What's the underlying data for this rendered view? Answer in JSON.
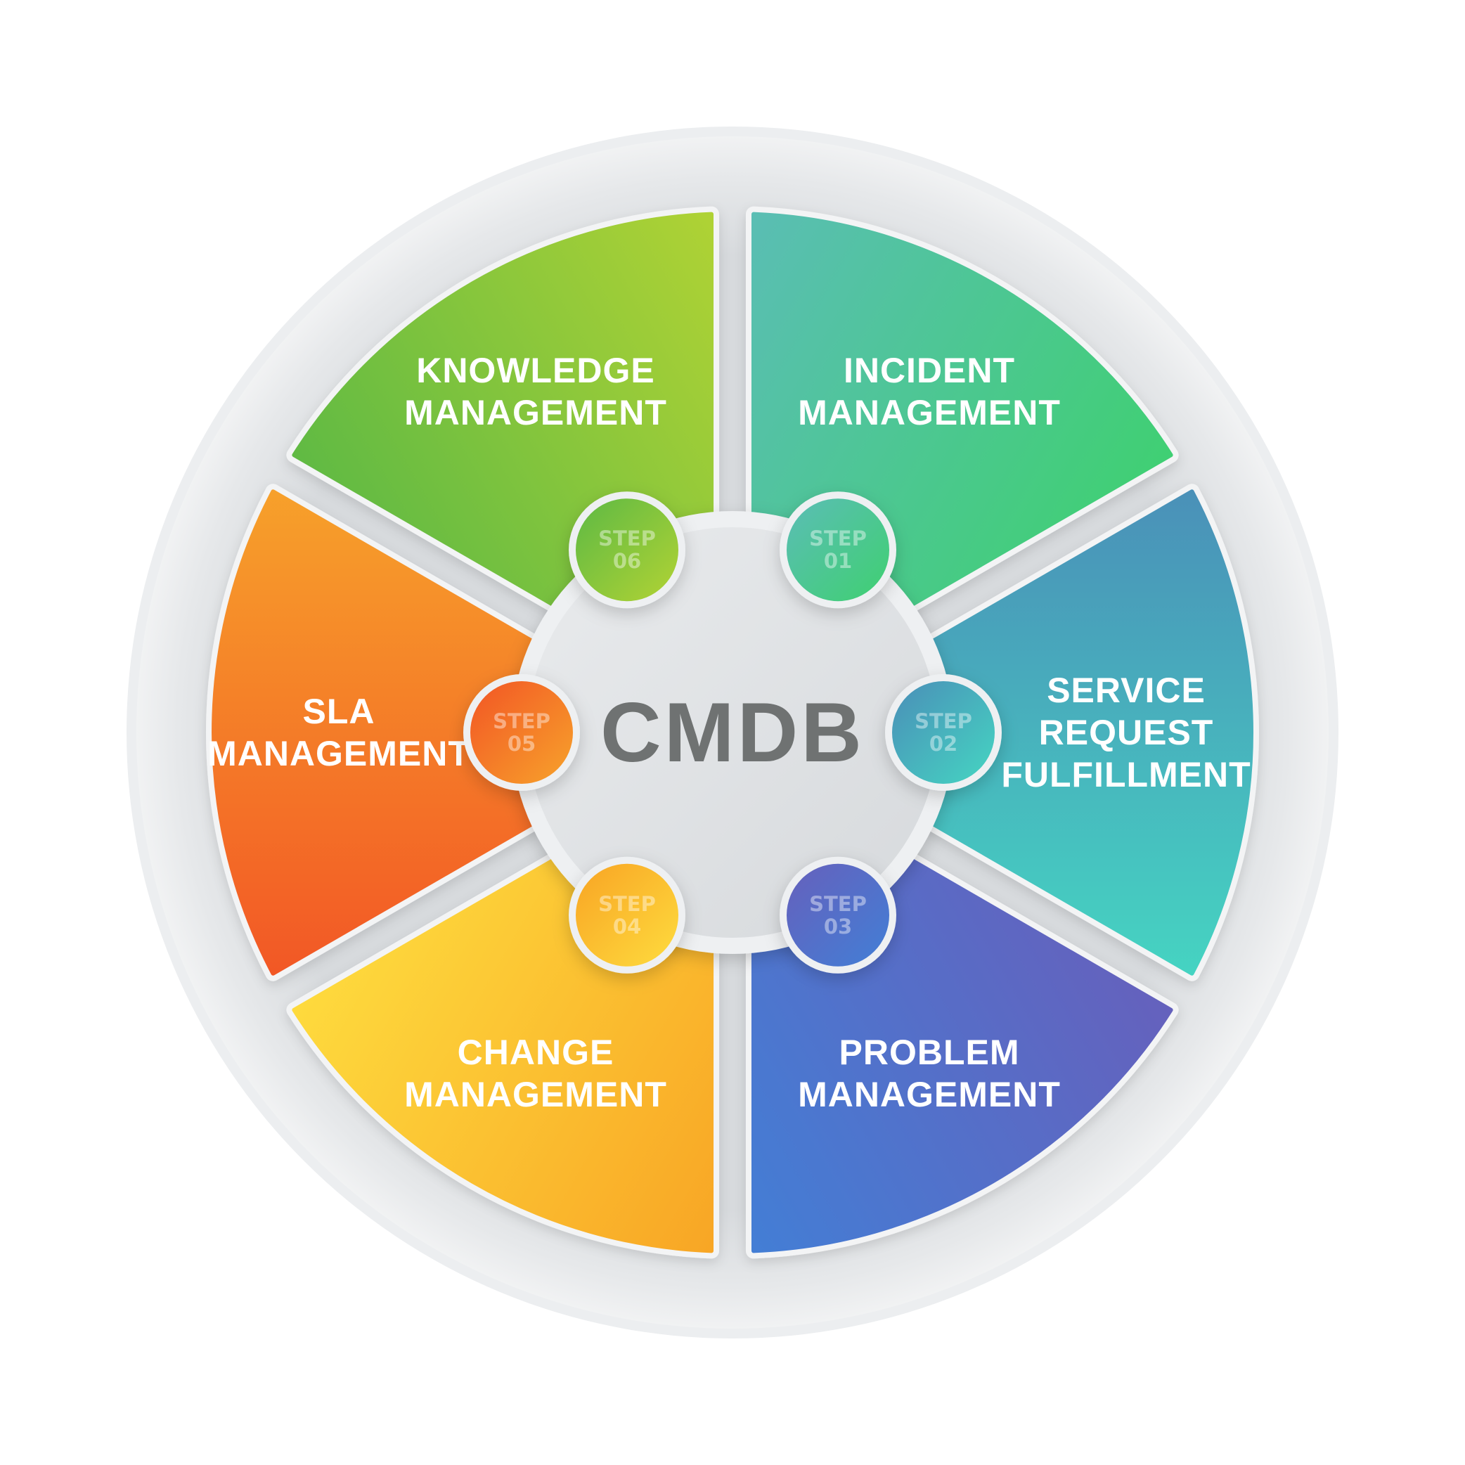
{
  "center": {
    "title": "CMDB"
  },
  "segments": [
    {
      "step_word": "STEP",
      "step_num": "01",
      "lines": [
        "INCIDENT",
        "MANAGEMENT"
      ],
      "colors": [
        "#5bbdb6",
        "#3fd071"
      ]
    },
    {
      "step_word": "STEP",
      "step_num": "02",
      "lines": [
        "SERVICE",
        "REQUEST",
        "FULFILLMENT"
      ],
      "colors": [
        "#4a8eb8",
        "#45d6c2"
      ]
    },
    {
      "step_word": "STEP",
      "step_num": "03",
      "lines": [
        "PROBLEM",
        "MANAGEMENT"
      ],
      "colors": [
        "#6660bc",
        "#427fd6"
      ]
    },
    {
      "step_word": "STEP",
      "step_num": "04",
      "lines": [
        "CHANGE",
        "MANAGEMENT"
      ],
      "colors": [
        "#f8a424",
        "#fedc3e"
      ]
    },
    {
      "step_word": "STEP",
      "step_num": "05",
      "lines": [
        "SLA",
        "MANAGEMENT"
      ],
      "colors": [
        "#f25525",
        "#f7a32b"
      ]
    },
    {
      "step_word": "STEP",
      "step_num": "06",
      "lines": [
        "KNOWLEDGE",
        "MANAGEMENT"
      ],
      "colors": [
        "#5db944",
        "#b2d334"
      ]
    }
  ]
}
